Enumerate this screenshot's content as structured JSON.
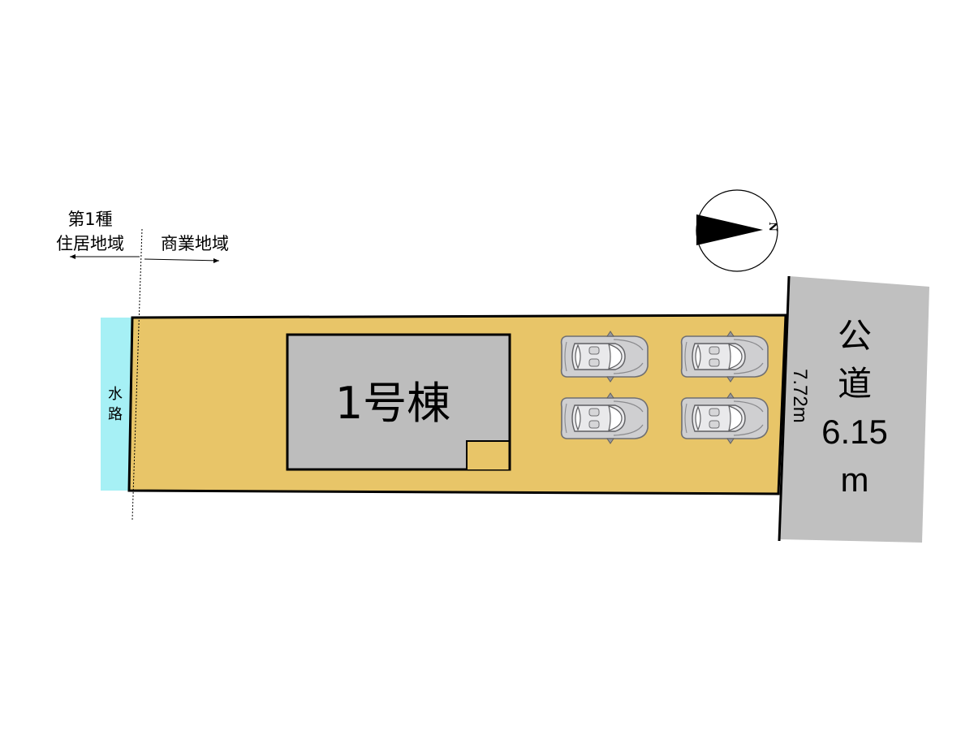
{
  "zoning": {
    "left_zone_line1": "第1種",
    "left_zone_line2": "住居地域",
    "right_zone": "商業地域"
  },
  "waterway": {
    "label_char1": "水",
    "label_char2": "路"
  },
  "building": {
    "label": "1号棟"
  },
  "road": {
    "label_char1": "公",
    "label_char2": "道",
    "width_value": "6.15",
    "width_unit": "m"
  },
  "frontage": {
    "label": "7.72m"
  },
  "compass": {
    "north_letter": "N"
  },
  "parking": {
    "cars": [
      {
        "name": "car-1"
      },
      {
        "name": "car-2"
      },
      {
        "name": "car-3"
      },
      {
        "name": "car-4"
      }
    ]
  },
  "colors": {
    "lot": "#E8C568",
    "building": "#BDBDBD",
    "road": "#C0C0C0",
    "waterway": "#A6F0F5",
    "car_body": "#CFCFD1",
    "outline": "#000000"
  }
}
